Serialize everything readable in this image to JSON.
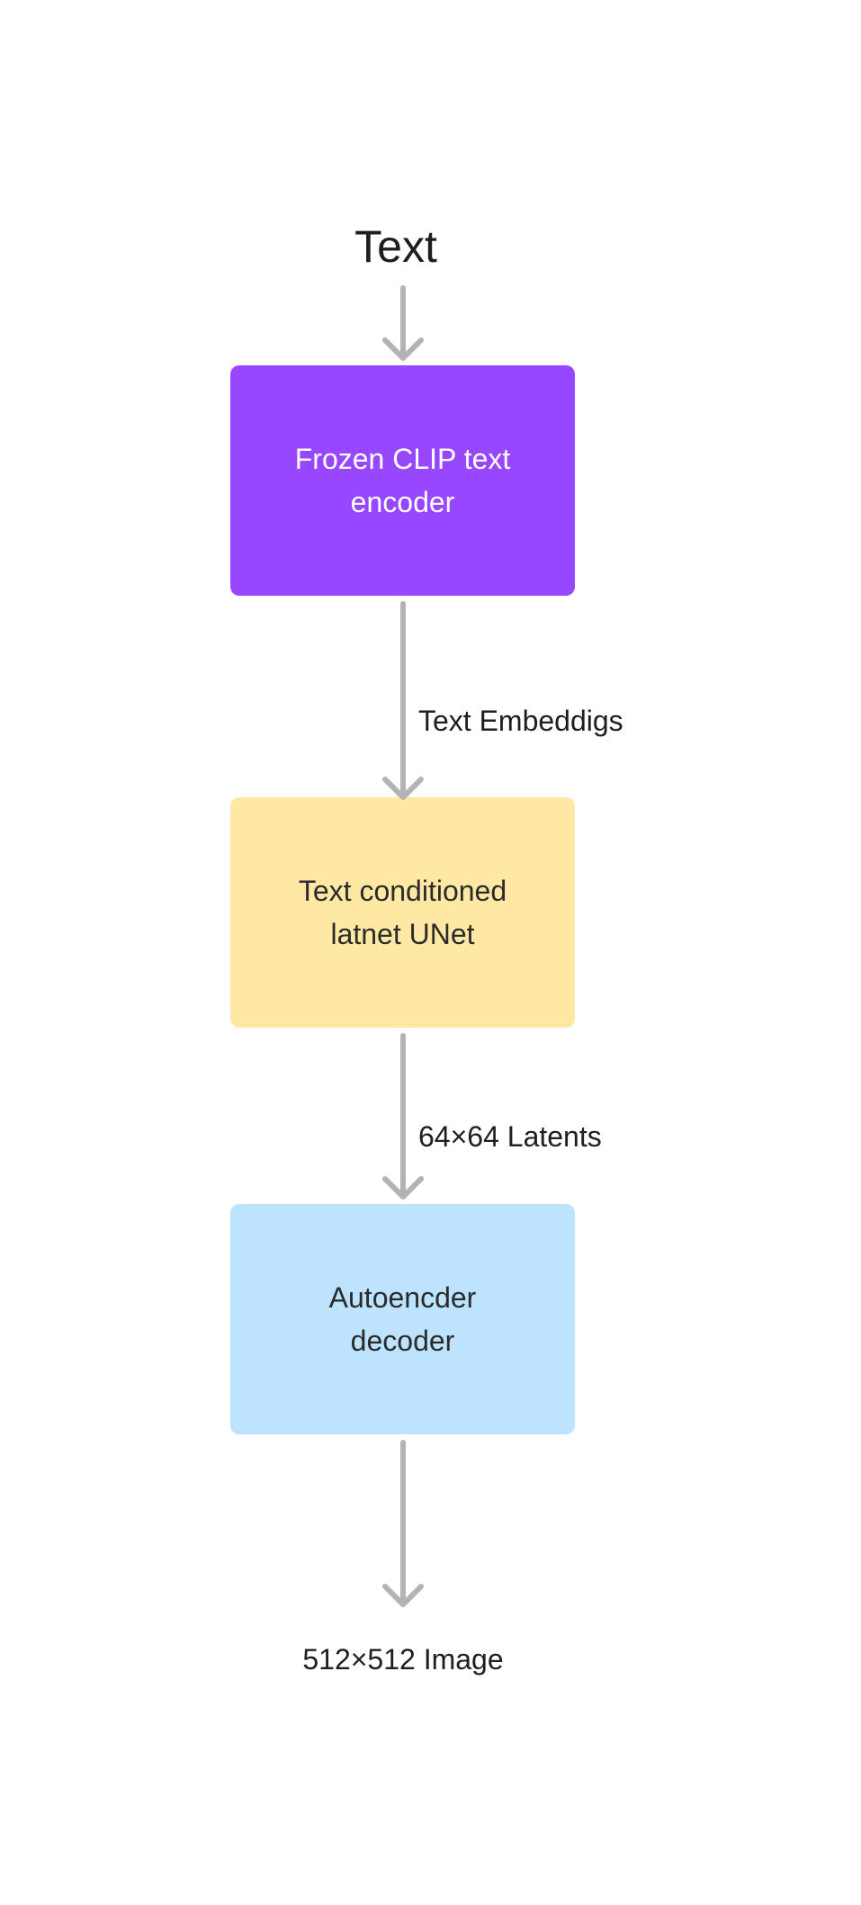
{
  "diagram": {
    "input_label": "Text",
    "nodes": [
      {
        "id": "encoder",
        "label": "Frozen CLIP text\nencoder",
        "fill": "#9747FF",
        "text_color": "#FFFFFF"
      },
      {
        "id": "unet",
        "label": "Text conditioned\nlatnet UNet",
        "fill": "#FFE8A3",
        "text_color": "#2B2B2B"
      },
      {
        "id": "decoder",
        "label": "Autoencder\ndecoder",
        "fill": "#BDE3FF",
        "text_color": "#2B2B2B"
      }
    ],
    "edges": [
      {
        "from": "input",
        "to": "encoder",
        "label": ""
      },
      {
        "from": "encoder",
        "to": "unet",
        "label": "Text Embeddigs"
      },
      {
        "from": "unet",
        "to": "decoder",
        "label": "64×64 Latents"
      },
      {
        "from": "decoder",
        "to": "output",
        "label": ""
      }
    ],
    "output_label": "512×512 Image",
    "arrow_color": "#B3B3B3"
  }
}
